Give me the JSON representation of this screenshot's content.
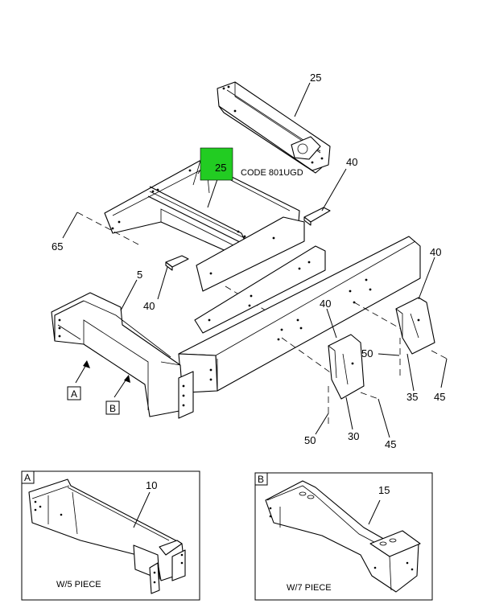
{
  "callouts": {
    "c25_top": "25",
    "c25_highlight": "25",
    "c40_a": "40",
    "c40_b": "40",
    "c40_c": "40",
    "c40_d": "40",
    "c65": "65",
    "c5": "5",
    "c50_a": "50",
    "c50_b": "50",
    "c35": "35",
    "c45_a": "45",
    "c45_b": "45",
    "c30": "30"
  },
  "code_label": "CODE 801UGD",
  "highlight_color": "#22cc22",
  "view_refs": {
    "a": "A",
    "b": "B"
  },
  "detail_a": {
    "letter": "A",
    "callout": "10",
    "caption": "W/5 PIECE"
  },
  "detail_b": {
    "letter": "B",
    "callout": "15",
    "caption": "W/7 PIECE"
  }
}
